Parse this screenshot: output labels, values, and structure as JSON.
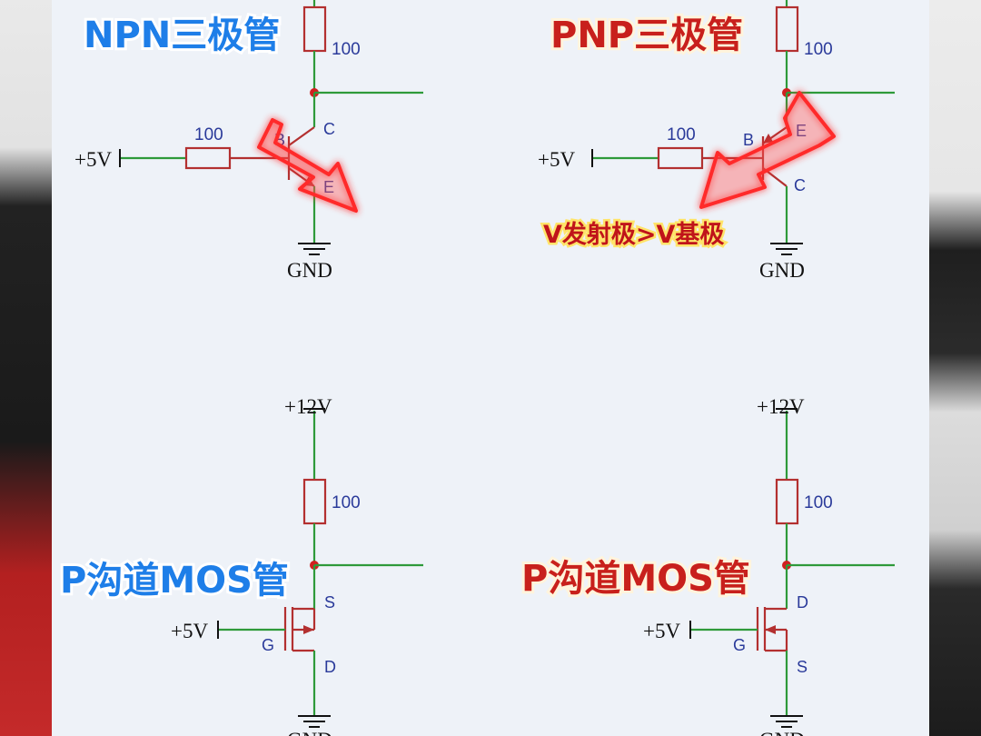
{
  "titles": {
    "npn": "NPN三极管",
    "pnp": "PNP三极管",
    "pmos_left": "P沟道MOS管",
    "pmos_right": "P沟道MOS管"
  },
  "annotation": "V发射极>V基极",
  "npn": {
    "supply": "+5V",
    "r_top": "100",
    "r_base": "100",
    "pin_b": "B",
    "pin_c": "C",
    "pin_e": "E",
    "ground": "GND"
  },
  "pnp": {
    "supply": "+5V",
    "r_top": "100",
    "r_base": "100",
    "pin_b": "B",
    "pin_e": "E",
    "pin_c": "C",
    "ground": "GND"
  },
  "mos_left": {
    "vdd": "+12V",
    "supply": "+5V",
    "r_top": "100",
    "pin_s": "S",
    "pin_g": "G",
    "pin_d": "D",
    "ground": "GND"
  },
  "mos_right": {
    "vdd": "+12V",
    "supply": "+5V",
    "r_top": "100",
    "pin_d": "D",
    "pin_g": "G",
    "pin_s": "S",
    "ground": "GND"
  },
  "colors": {
    "wire_green": "#2e9a3a",
    "wire_red": "#b33030",
    "title_blue": "#1e7ee8",
    "title_red": "#c8201c",
    "arrow_red": "#ff2a2a"
  }
}
